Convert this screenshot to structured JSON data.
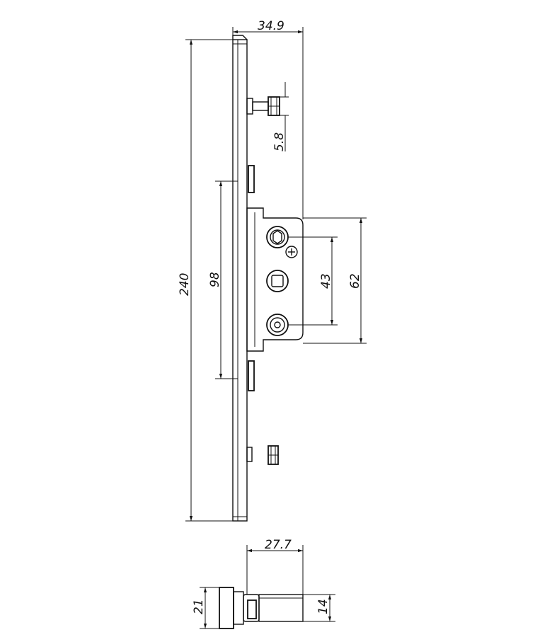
{
  "drawing": {
    "dimensions": {
      "top_width": "34.9",
      "spacing_small": "5.8",
      "total_length": "240",
      "slot_length": "98",
      "hole_spacing": "43",
      "plate_height": "62",
      "section_width": "27.7",
      "section_height": "21",
      "section_inner": "14"
    }
  }
}
